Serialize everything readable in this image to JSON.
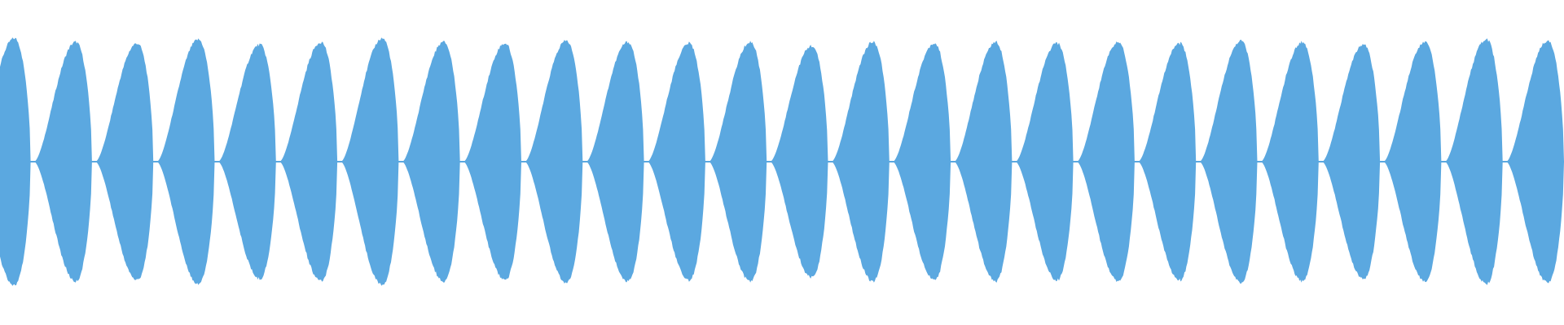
{
  "waveform": {
    "color": "#5ba8e0",
    "background": "#ffffff",
    "lobe_count": 26,
    "lobe_peak_levels": [
      0.98,
      0.95,
      0.94,
      0.97,
      0.93,
      0.95,
      0.98,
      0.95,
      0.94,
      0.96,
      0.95,
      0.94,
      0.95,
      0.92,
      0.95,
      0.94,
      0.95,
      0.94,
      0.95,
      0.94,
      0.96,
      0.95,
      0.93,
      0.95,
      0.97,
      0.96
    ]
  }
}
